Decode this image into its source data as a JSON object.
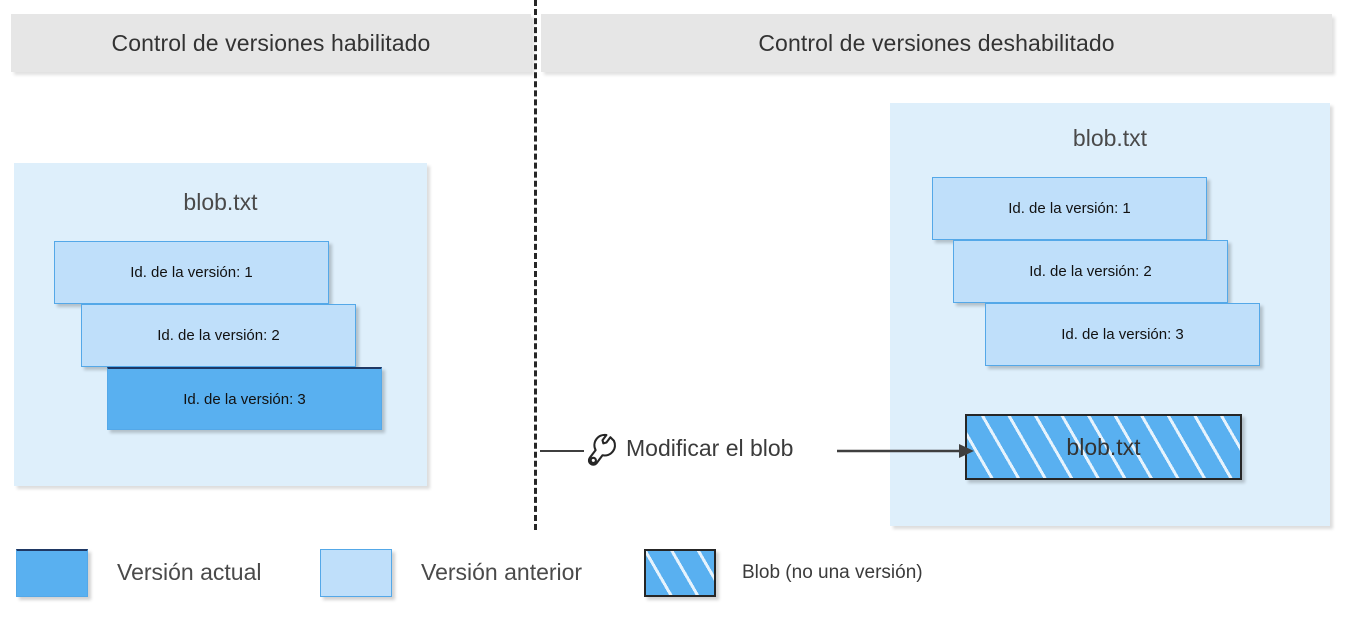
{
  "headers": {
    "left": "Control de versiones habilitado",
    "right": "Control de versiones deshabilitado"
  },
  "panels": {
    "left": {
      "title": "blob.txt",
      "versions": [
        {
          "label": "Id. de la versión: 1",
          "state": "previous"
        },
        {
          "label": "Id. de la versión: 2",
          "state": "previous"
        },
        {
          "label": "Id. de la versión: 3",
          "state": "current"
        }
      ]
    },
    "right": {
      "title": "blob.txt",
      "versions": [
        {
          "label": "Id. de la versión: 1",
          "state": "previous"
        },
        {
          "label": "Id. de la versión: 2",
          "state": "previous"
        },
        {
          "label": "Id. de la versión: 3",
          "state": "previous"
        }
      ],
      "blob": {
        "label": "blob.txt",
        "state": "blob"
      }
    }
  },
  "flow": {
    "icon": "wrench-icon",
    "label": "Modificar el blob"
  },
  "legend": [
    {
      "label": "Versión actual",
      "swatch": "current"
    },
    {
      "label": "Versión anterior",
      "swatch": "previous"
    },
    {
      "label": "Blob (no una versión)",
      "swatch": "blob"
    }
  ],
  "colors": {
    "header_bar": "#e6e6e6",
    "panel_background": "#deeffb",
    "version_previous": "#bfdffa",
    "version_current": "#59b0f0",
    "blob_hatch": "#59b0f0",
    "border_blue": "#54a8e8",
    "divider": "#262626"
  }
}
